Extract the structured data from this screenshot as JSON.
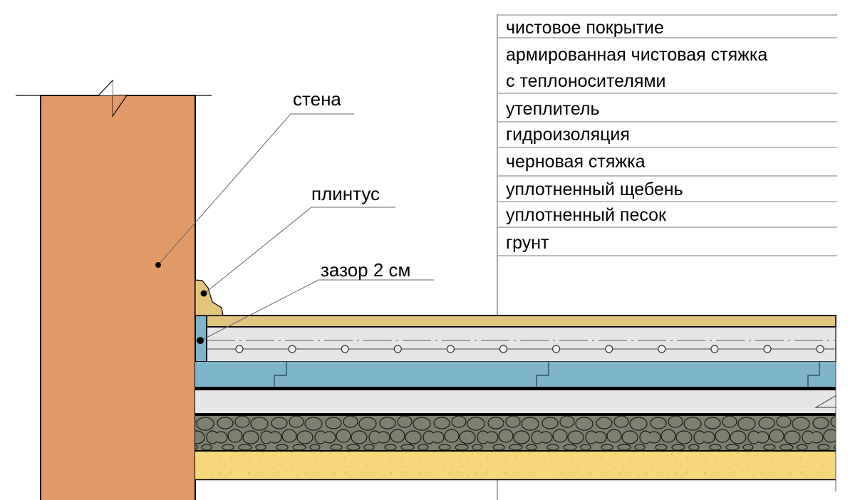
{
  "callouts": {
    "wall": "стена",
    "plinth": "плинтус",
    "gap": "зазор 2 см"
  },
  "legend": [
    "чистовое покрытие",
    "армированная чистовая стяжка",
    "с теплоносителями",
    "утеплитель",
    "гидроизоляция",
    "черновая стяжка",
    "уплотненный щебень",
    "уплотненный песок",
    "грунт"
  ],
  "colors": {
    "wall": "#e09a6a",
    "finish": "#e2c47c",
    "screed": "#e6e6e8",
    "insulation": "#7eb3cc",
    "gravel": "#7d7f70",
    "sand": "#f5d77c"
  }
}
